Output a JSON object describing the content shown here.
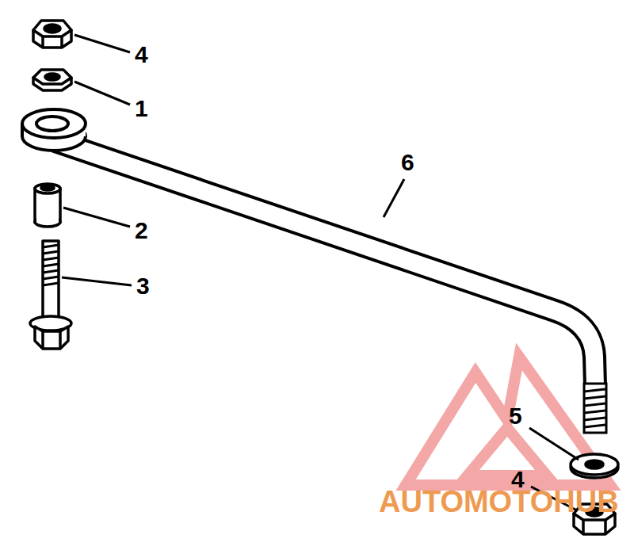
{
  "diagram": {
    "labels": [
      "4",
      "1",
      "6",
      "2",
      "3",
      "5",
      "4",
      "AUTOMOTOHUB"
    ]
  }
}
